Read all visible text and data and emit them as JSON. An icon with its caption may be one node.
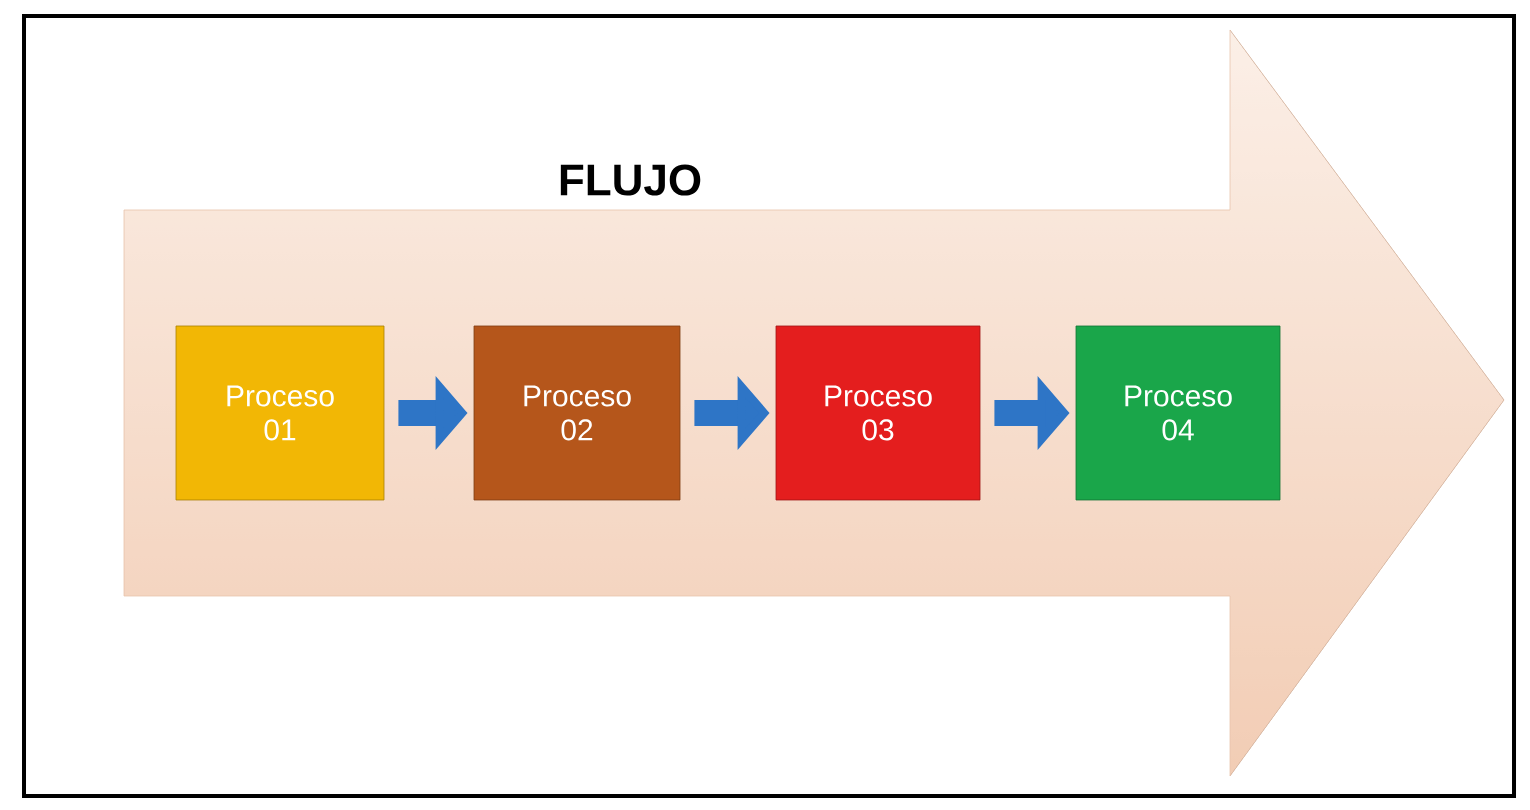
{
  "diagram": {
    "nodes": [
      {
        "text": [
          "FLUJO"
        ]
      },
      {
        "text": [
          "Proceso 01"
        ],
        "in": 0
      },
      {
        "text": [
          "Proceso 02"
        ],
        "in": 0
      },
      {
        "text": [
          "Proceso 03"
        ],
        "in": 0
      },
      {
        "text": [
          "Proceso 04"
        ],
        "in": 0
      }
    ],
    "edges": [
      {
        "from": 1,
        "to": 2,
        "arrow": "to"
      },
      {
        "from": 2,
        "to": 3,
        "arrow": "to"
      },
      {
        "from": 3,
        "to": 4,
        "arrow": "to"
      }
    ]
  }
}
